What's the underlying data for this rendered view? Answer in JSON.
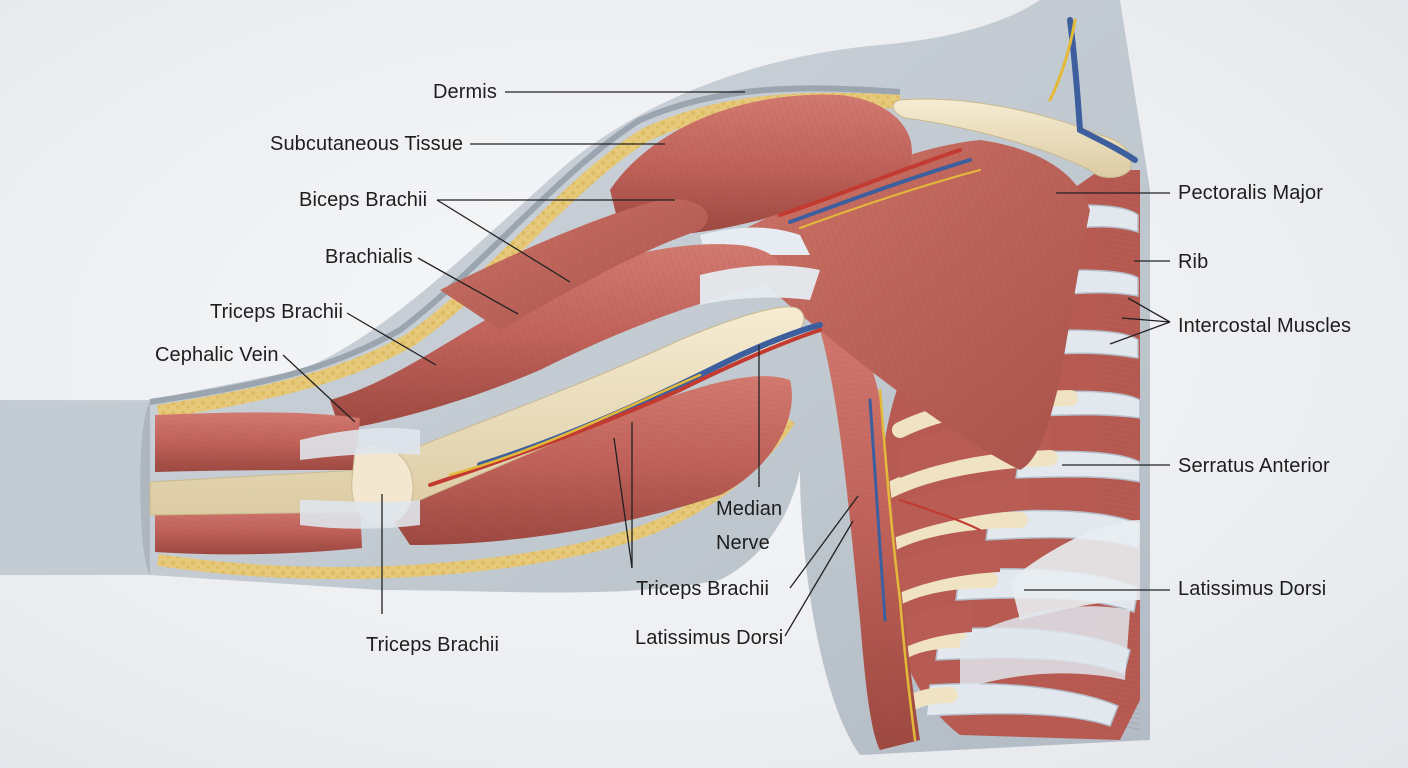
{
  "labels": {
    "dermis": "Dermis",
    "subcutaneous_tissue": "Subcutaneous Tissue",
    "biceps_brachii": "Biceps Brachii",
    "brachialis": "Brachialis",
    "triceps_brachii_upper": "Triceps Brachii",
    "cephalic_vein": "Cephalic Vein",
    "triceps_brachii_lower": "Triceps Brachii",
    "median_nerve": "Median\nNerve",
    "triceps_brachii_middle": "Triceps Brachii",
    "latissimus_dorsi_middle": "Latissimus Dorsi",
    "pectoralis_major": "Pectoralis Major",
    "rib": "Rib",
    "intercostal_muscles": "Intercostal Muscles",
    "serratus_anterior": "Serratus Anterior",
    "latissimus_dorsi_right": "Latissimus Dorsi"
  },
  "colors": {
    "muscle": "#c0625a",
    "muscle_dark": "#9c4840",
    "skin": "#b9c3cc",
    "fat": "#e6c97a",
    "bone": "#efe3c4",
    "tendon": "#dfe6ec",
    "artery": "#c23a30",
    "vein": "#3d5f9e",
    "nerve": "#e3b93a",
    "leader": "#222222"
  }
}
